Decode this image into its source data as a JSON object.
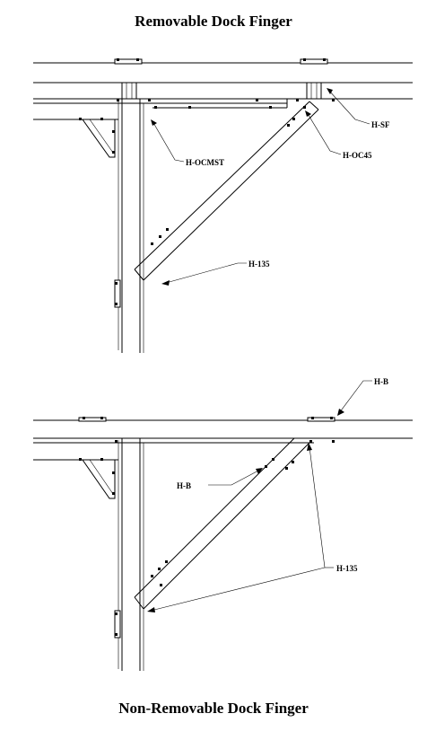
{
  "titles": {
    "top": "Removable Dock Finger",
    "bottom": "Non-Removable Dock Finger"
  },
  "labels": {
    "top": {
      "h_sf": "H-SF",
      "h_ocmst": "H-OCMST",
      "h_oc45": "H-OC45",
      "h_135": "H-135"
    },
    "bottom": {
      "h_b_top": "H-B",
      "h_b_mid": "H-B",
      "h_135": "H-135"
    }
  }
}
